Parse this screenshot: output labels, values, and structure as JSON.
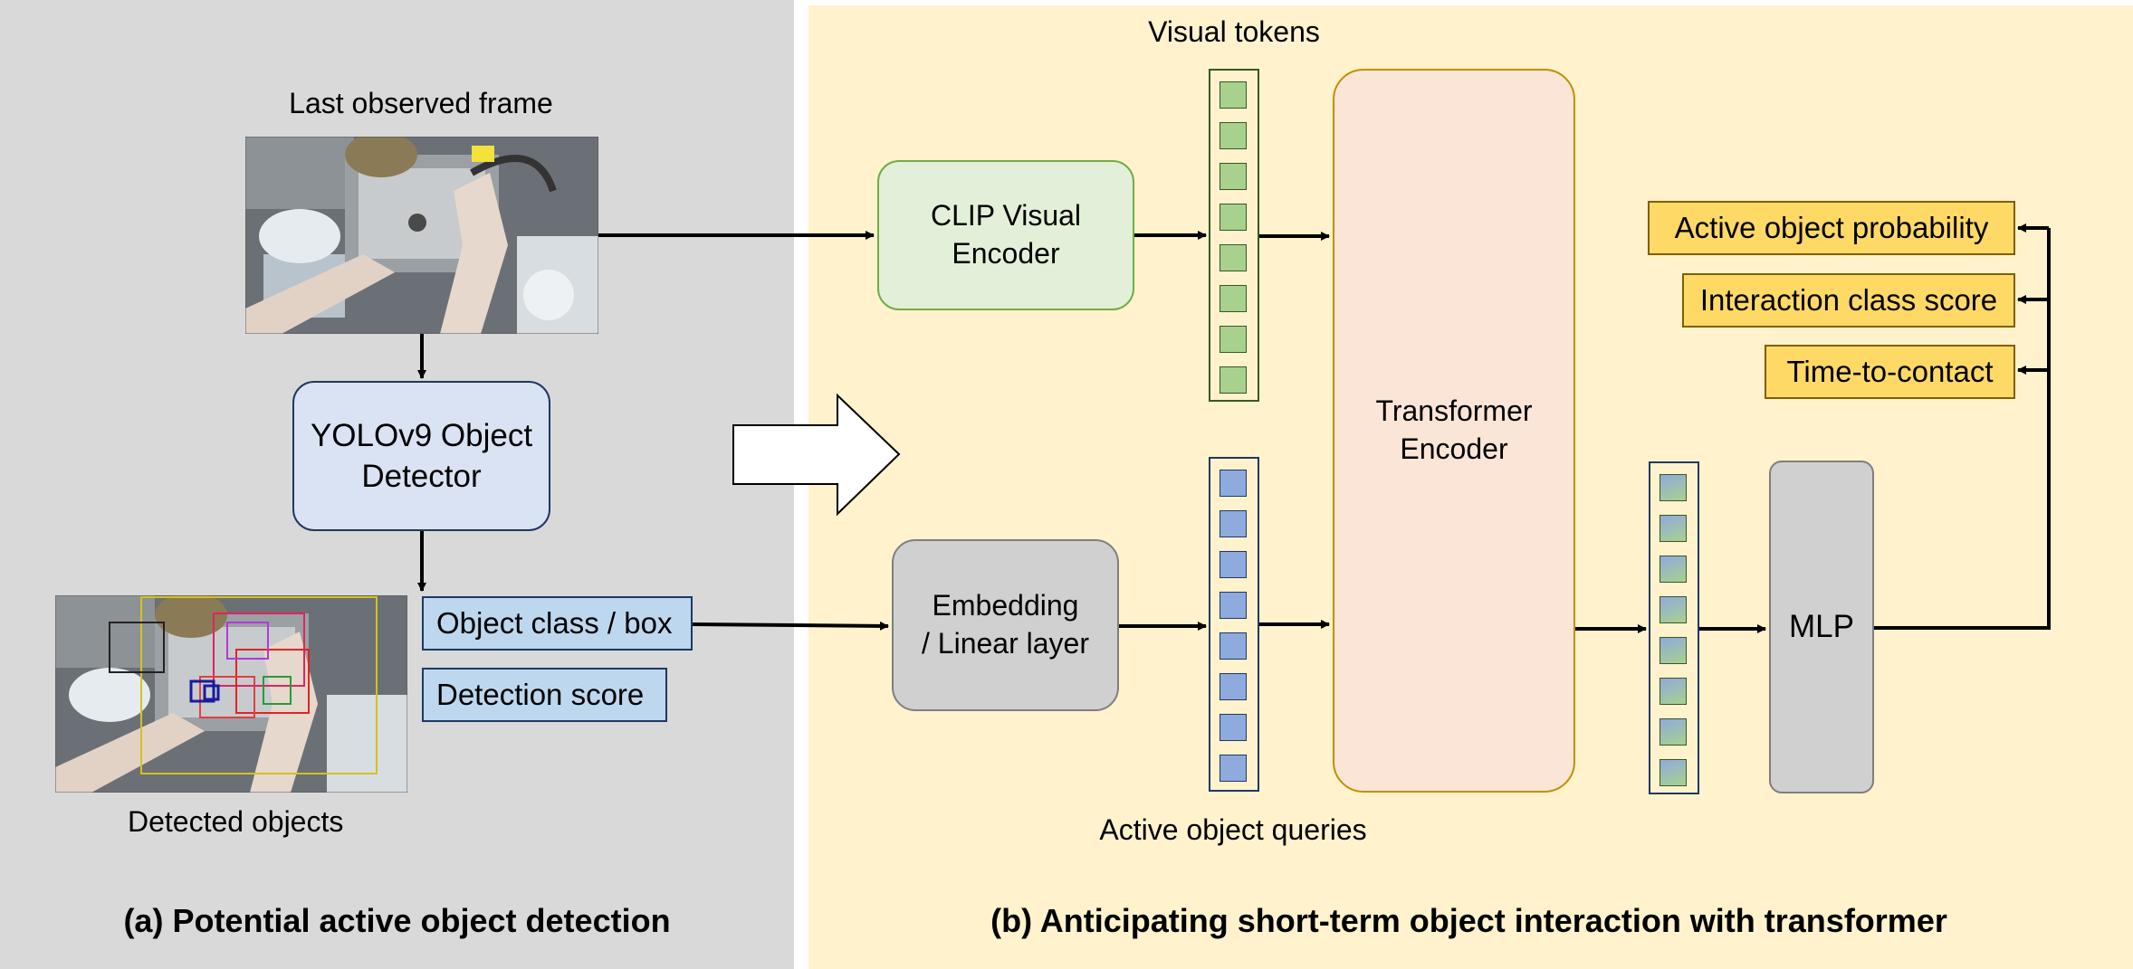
{
  "panel_a": {
    "frame_label": "Last observed frame",
    "detector_label": "YOLOv9 Object\nDetector",
    "detected_label": "Detected objects",
    "object_class_box": "Object class / box",
    "detection_score": "Detection score",
    "caption": "(a) Potential active object detection"
  },
  "panel_b": {
    "visual_tokens_label": "Visual tokens",
    "clip_label": "CLIP Visual\nEncoder",
    "embedding_label": "Embedding\n/ Linear layer",
    "transformer_label": "Transformer\nEncoder",
    "queries_label": "Active object queries",
    "mlp_label": "MLP",
    "outputs": [
      "Active object probability",
      "Interaction class score",
      "Time-to-contact"
    ],
    "caption": "(b) Anticipating short-term object interaction with transformer"
  },
  "colors": {
    "panel_a_bg": "#d9d9d9",
    "panel_b_bg": "#fff2cc",
    "clip_fill": "#e2f0d9",
    "clip_border": "#70ad47",
    "detector_fill": "#dae3f3",
    "transformer_fill": "#fbe5d6",
    "output_fill": "#ffd966",
    "green_token": "#a9d18e",
    "blue_token": "#8faadc"
  }
}
